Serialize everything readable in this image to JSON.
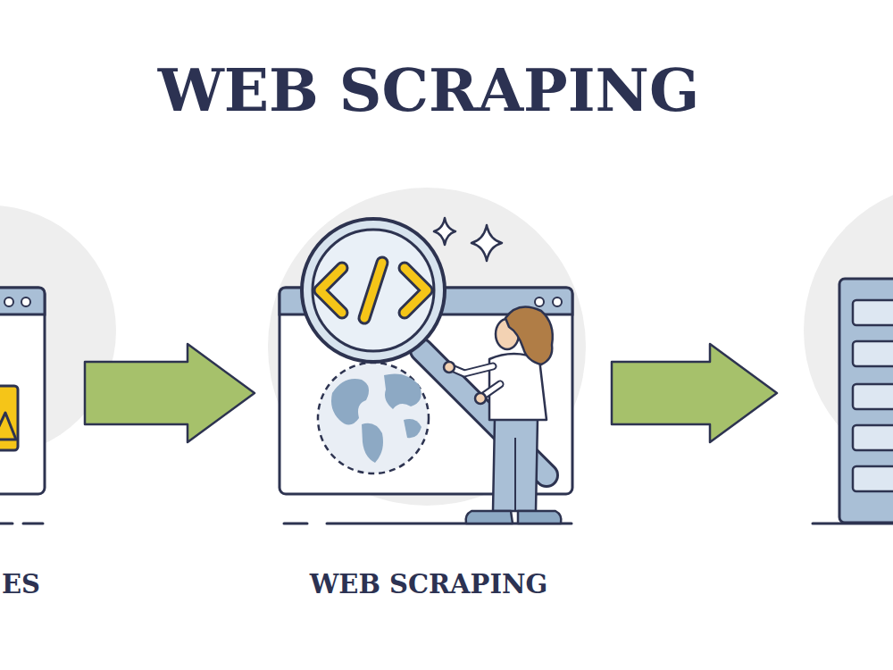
{
  "diagram": {
    "title": "WEB SCRAPING",
    "nodes": [
      {
        "text": [
          "ES"
        ]
      },
      {
        "text": [
          "WEB SCRAPING"
        ]
      }
    ],
    "edges": [
      {
        "from": 0,
        "to": 1,
        "arrow": "to"
      }
    ]
  }
}
